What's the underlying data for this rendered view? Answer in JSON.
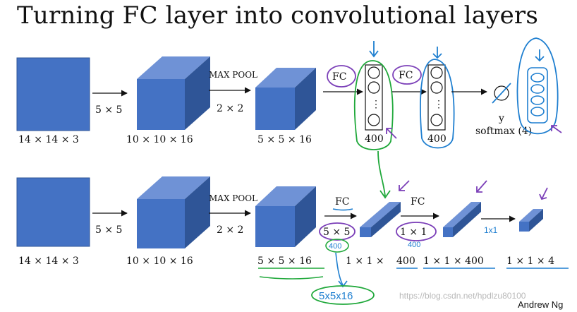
{
  "title": "Turning FC layer into convolutional layers",
  "colors": {
    "cube_front": "#4472c4",
    "cube_top": "#6f92d6",
    "cube_side": "#2f5597",
    "ink_purple": "#7b3fb8",
    "ink_green": "#1fa83a",
    "ink_blue": "#1f7fd0",
    "arrow": "#111111"
  },
  "top_row": {
    "input_dims": "14 × 14 × 3",
    "conv1_filter": "5 × 5",
    "conv1_dims": "10 × 10 × 16",
    "pool_label": "MAX POOL",
    "pool_size": "2 × 2",
    "pool_dims": "5 × 5 × 16",
    "fc1_label": "FC",
    "fc1_units": "400",
    "fc2_label": "FC",
    "fc2_units": "400",
    "output_label": "y",
    "softmax_label": "softmax (4)",
    "vertical_dots": "⋮"
  },
  "bottom_row": {
    "input_dims": "14 × 14 × 3",
    "conv1_filter": "5 × 5",
    "conv1_dims": "10 × 10 × 16",
    "pool_label": "MAX POOL",
    "pool_size": "2 × 2",
    "pool_dims": "5 × 5 × 16",
    "fc1_label": "FC",
    "fc1_filter": "5 × 5",
    "fc1_note": "400",
    "fc1_out_prefix": "1 × 1 ×",
    "fc1_out_num": "400",
    "fc2_label": "FC",
    "fc2_filter": "1 × 1",
    "fc2_note": "400",
    "fc2_out": "1 × 1 × 400",
    "fc3_note": "1x1",
    "fc3_out": "1 × 1 × 4",
    "handwritten_dims": "5x5x16"
  },
  "watermark": "https://blog.csdn.net/hpdlzu80100",
  "credit": "Andrew Ng"
}
